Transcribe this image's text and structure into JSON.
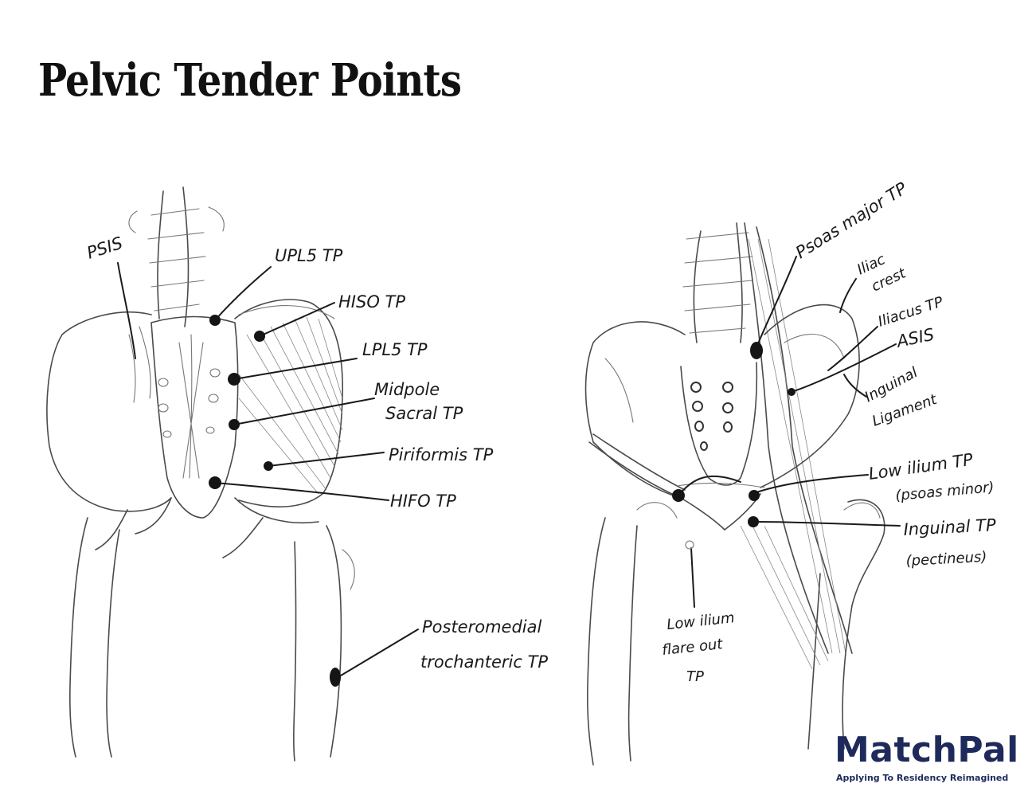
{
  "title": "Pelvic Tender Points",
  "posterior_view": {
    "labels": {
      "psis": "PSIS",
      "upl5": "UPL5 TP",
      "hiso": "HISO TP",
      "lpl5": "LPL5 TP",
      "midpole_1": "Midpole",
      "midpole_2": "Sacral TP",
      "piriformis": "Piriformis TP",
      "hifo": "HIFO TP",
      "posteromedial_1": "Posteromedial",
      "posteromedial_2": "trochanteric TP"
    }
  },
  "anterior_view": {
    "labels": {
      "psoas_major": "Psoas major TP",
      "iliac_crest_1": "Iliac",
      "iliac_crest_2": "crest",
      "iliacus": "Iliacus TP",
      "asis": "ASIS",
      "inguinal_ligament_1": "Inguinal",
      "inguinal_ligament_2": "Ligament",
      "low_ilium_1": "Low ilium TP",
      "low_ilium_2": "(psoas minor)",
      "inguinal_tp_1": "Inguinal TP",
      "inguinal_tp_2": "(pectineus)",
      "flare_out_1": "Low ilium",
      "flare_out_2": "flare out",
      "flare_out_3": "TP"
    }
  },
  "logo": {
    "name": "MatchPal",
    "tagline": "Applying To Residency  Reimagined",
    "color": "#1f2a5c"
  }
}
